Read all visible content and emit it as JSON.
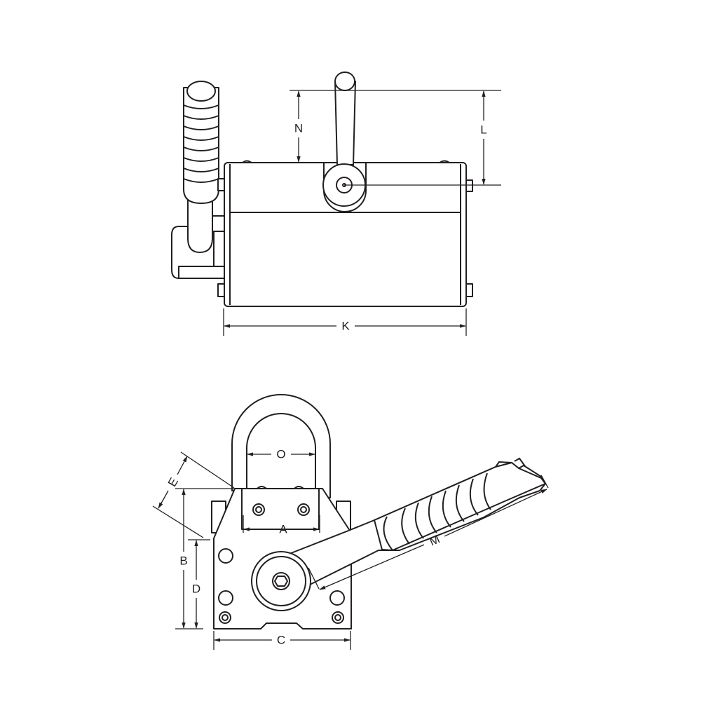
{
  "diagram": {
    "title": "Permanent magnetic lifter dimension drawing",
    "top_view": {
      "labels": {
        "N": "N",
        "L": "L",
        "K": "K"
      }
    },
    "front_view": {
      "labels": {
        "O": "O",
        "E": "E",
        "A": "A",
        "B": "B",
        "D": "D",
        "C": "C",
        "M": "M"
      }
    },
    "line_color": "#231f20"
  }
}
